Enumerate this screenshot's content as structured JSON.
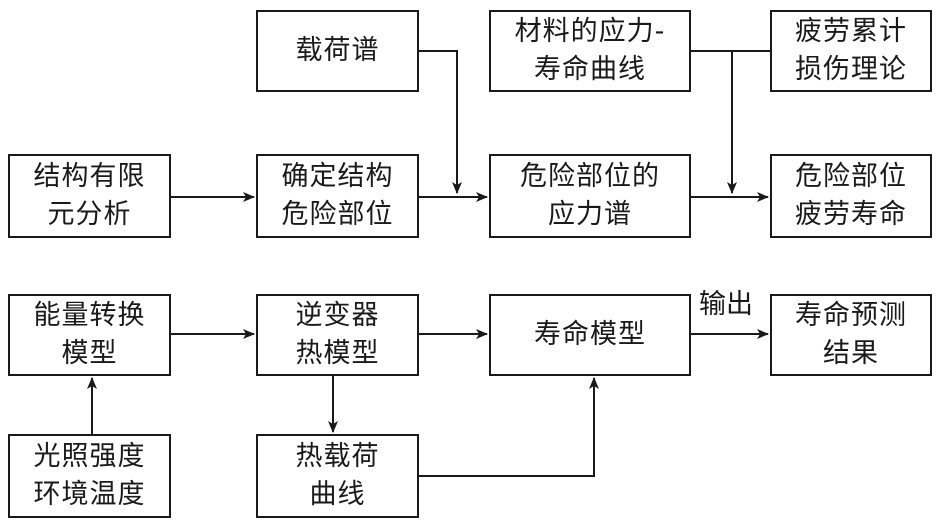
{
  "boxes": {
    "load_spectrum": [
      "载荷谱"
    ],
    "material_sn": [
      "材料的应力-",
      "寿命曲线"
    ],
    "damage_theory": [
      "疲劳累计",
      "损伤理论"
    ],
    "fea": [
      "结构有限",
      "元分析"
    ],
    "critical_location": [
      "确定结构",
      "危险部位"
    ],
    "stress_spectrum": [
      "危险部位的",
      "应力谱"
    ],
    "fatigue_life": [
      "危险部位",
      "疲劳寿命"
    ],
    "energy_model": [
      "能量转换",
      "模型"
    ],
    "inverter_thermal": [
      "逆变器",
      "热模型"
    ],
    "life_model": [
      "寿命模型"
    ],
    "life_result": [
      "寿命预测",
      "结果"
    ],
    "environment": [
      "光照强度",
      "环境温度"
    ],
    "thermal_load": [
      "热载荷",
      "曲线"
    ]
  },
  "edge_labels": {
    "output": "输出"
  },
  "colors": {
    "line": "#1a1a1a",
    "background": "#ffffff"
  }
}
